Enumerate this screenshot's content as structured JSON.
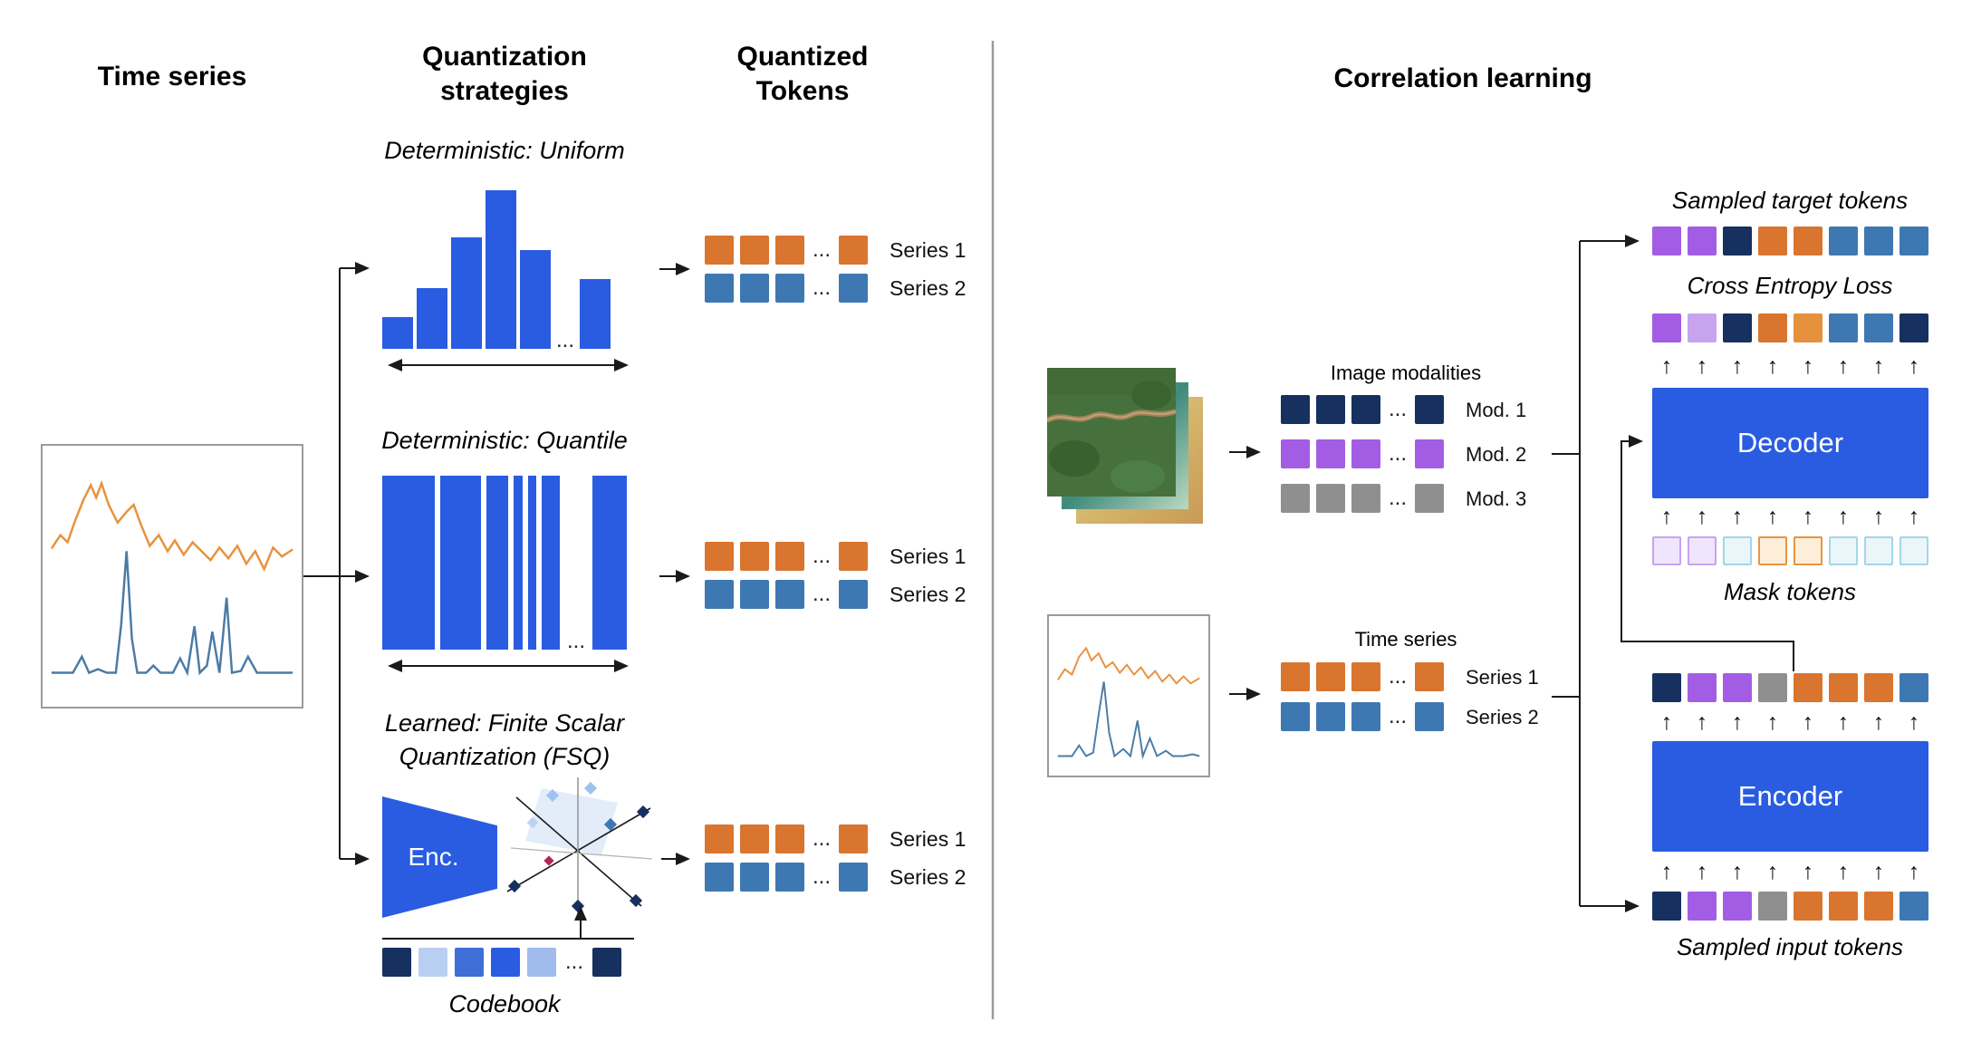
{
  "colors": {
    "blue": "#2a5ce2",
    "orange": "#d9752e",
    "orange_light": "#e6913c",
    "steel": "#3e78b2",
    "navy": "#16305f",
    "purple": "#a35de4",
    "purple_light": "#c8a4ef",
    "gray": "#8f8f8f",
    "pale_blue": "#b9cff1",
    "mid_blue": "#3e6fd6",
    "pale_blue2": "#9fbcec",
    "mask_lav": {
      "bg": "#f0e5fc",
      "border": "#c7a3f1"
    },
    "mask_cyan": {
      "bg": "#eaf6fa",
      "border": "#a3d6e8"
    },
    "mask_orange": {
      "bg": "#fdeeda",
      "border": "#e7953f"
    }
  },
  "left": {
    "title_time_series": "Time series",
    "title_quant_strategies": "Quantization strategies",
    "title_quant_tokens": "Quantized Tokens",
    "strategy_uniform": "Deterministic: Uniform",
    "strategy_quantile": "Deterministic: Quantile",
    "strategy_fsq": "Learned: Finite Scalar Quantization (FSQ)",
    "enc_label": "Enc.",
    "codebook_label": "Codebook",
    "series1_label": "Series 1",
    "series2_label": "Series 2",
    "uniform_bars": [
      35,
      67,
      123,
      175,
      109,
      "...",
      77
    ],
    "quantile_widths": [
      58,
      45,
      24,
      10,
      9,
      20,
      "...",
      38
    ],
    "codebook_tokens": [
      "navy",
      "pale_blue",
      "mid_blue",
      "blue",
      "pale_blue2",
      "...",
      "navy"
    ],
    "series_row_orange": [
      "orange",
      "orange",
      "orange",
      "...",
      "orange"
    ],
    "series_row_steel": [
      "steel",
      "steel",
      "steel",
      "...",
      "steel"
    ]
  },
  "right": {
    "title": "Correlation learning",
    "image_modalities_label": "Image modalities",
    "time_series_label": "Time series",
    "mod_rows": [
      {
        "label": "Mod. 1",
        "tokens": [
          "navy",
          "navy",
          "navy",
          "...",
          "navy"
        ]
      },
      {
        "label": "Mod. 2",
        "tokens": [
          "purple",
          "purple",
          "purple",
          "...",
          "purple"
        ]
      },
      {
        "label": "Mod. 3",
        "tokens": [
          "gray",
          "gray",
          "gray",
          "...",
          "gray"
        ]
      }
    ],
    "ts_rows": [
      {
        "label": "Series 1",
        "tokens": [
          "orange",
          "orange",
          "orange",
          "...",
          "orange"
        ]
      },
      {
        "label": "Series 2",
        "tokens": [
          "steel",
          "steel",
          "steel",
          "...",
          "steel"
        ]
      }
    ],
    "sampled_target_label": "Sampled target tokens",
    "cross_entropy_label": "Cross Entropy Loss",
    "decoder_label": "Decoder",
    "mask_tokens_label": "Mask tokens",
    "encoder_label": "Encoder",
    "sampled_input_label": "Sampled input tokens",
    "target_tokens": [
      "purple",
      "purple",
      "navy",
      "orange",
      "orange",
      "steel",
      "steel",
      "steel"
    ],
    "ce_tokens": [
      "purple",
      "purple_light",
      "navy",
      "orange",
      "orange_light",
      "steel",
      "steel",
      "navy"
    ],
    "mask_tokens": [
      "mask_lav",
      "mask_lav",
      "mask_cyan",
      "mask_orange",
      "mask_orange",
      "mask_cyan",
      "mask_cyan",
      "mask_cyan"
    ],
    "encoded_tokens": [
      "navy",
      "purple",
      "purple",
      "gray",
      "orange",
      "orange",
      "orange",
      "steel"
    ],
    "input_tokens": [
      "navy",
      "purple",
      "purple",
      "gray",
      "orange",
      "orange",
      "orange",
      "steel"
    ]
  }
}
